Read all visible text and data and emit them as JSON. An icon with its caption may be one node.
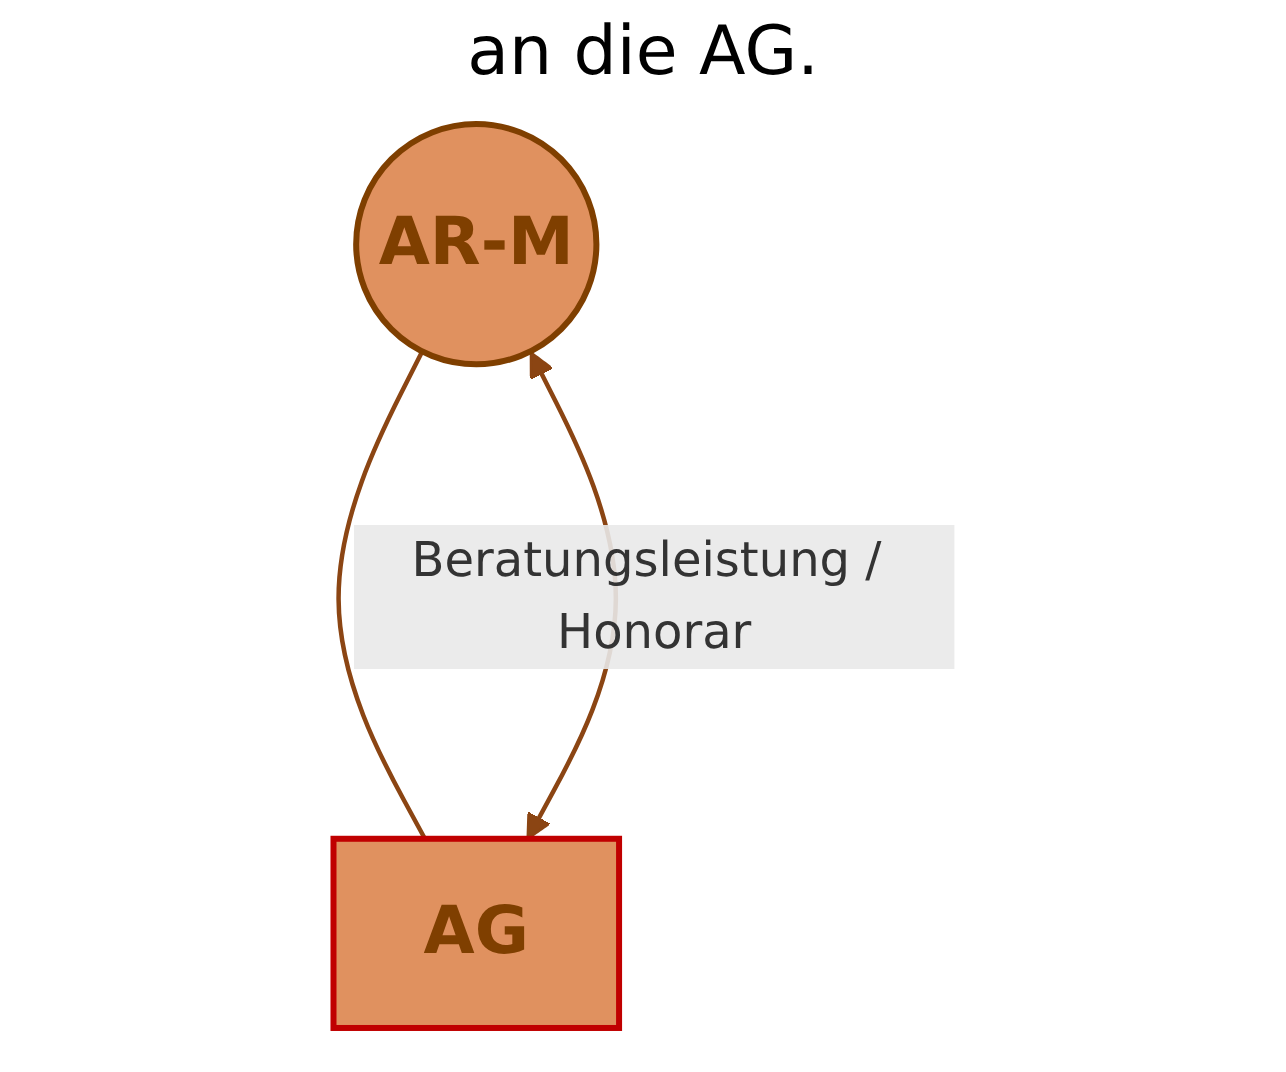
{
  "diagram": {
    "title": "an die AG.",
    "nodes": [
      {
        "text": [
          "AR-M"
        ]
      },
      {
        "text": [
          "AG"
        ]
      }
    ],
    "edges": [
      {
        "from": 0,
        "to": 1,
        "arrow": "none"
      },
      {
        "from": 0,
        "to": 1,
        "arrow": "both",
        "label": "Beratungsleistung / Honorar"
      }
    ]
  }
}
